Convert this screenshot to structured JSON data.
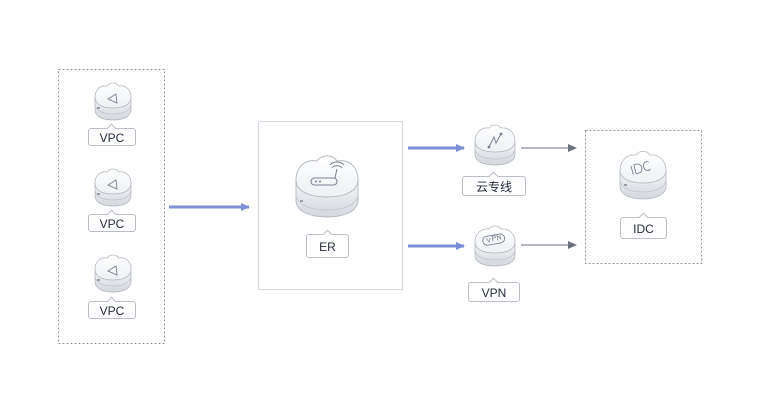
{
  "vpc_group": {
    "nodes": [
      {
        "label": "VPC",
        "icon": "vpc-cloud-icon"
      },
      {
        "label": "VPC",
        "icon": "vpc-cloud-icon"
      },
      {
        "label": "VPC",
        "icon": "vpc-cloud-icon"
      }
    ]
  },
  "er_box": {
    "label": "ER",
    "icon": "enterprise-router-icon"
  },
  "dc_node": {
    "label": "云专线",
    "icon": "direct-connect-icon"
  },
  "vpn_node": {
    "label": "VPN",
    "icon": "vpn-gateway-icon"
  },
  "idc_box": {
    "label": "IDC",
    "icon": "idc-datacenter-icon"
  },
  "colors": {
    "accent_arrow": "#7d8fd6",
    "gray_arrow": "#6b7080",
    "box_border": "#8f959e",
    "panel_border": "#d5d8de",
    "label_border": "#b9bec7"
  }
}
